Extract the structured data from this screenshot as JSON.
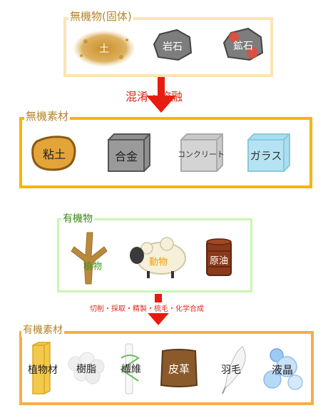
{
  "diagram": {
    "inorganic_raw": {
      "title": "無機物(固体)",
      "items": [
        "土",
        "岩石",
        "鉱石"
      ]
    },
    "process_inorganic": "混淆・溶融",
    "inorganic_materials": {
      "title": "無機素材",
      "items": [
        "粘土",
        "合金",
        "コンクリート",
        "ガラス"
      ]
    },
    "organic_raw": {
      "title": "有機物",
      "items": [
        "植物",
        "動物",
        "原油"
      ]
    },
    "process_organic": "切削・採取・精製・梳毛・化学合成",
    "organic_materials": {
      "title": "有機素材",
      "items": [
        "植物材",
        "樹脂",
        "繊維",
        "皮革",
        "羽毛",
        "液晶"
      ]
    }
  },
  "colors": {
    "box1_border": "#fde3b5",
    "box2_border": "#f7b500",
    "box3_border": "#c7f7b0",
    "box4_border": "#f5ad4b",
    "title_inorganic": "#b5852a",
    "title_organic": "#3a8a17",
    "arrow": "#e81b0f",
    "process_text": "#e0281c"
  }
}
